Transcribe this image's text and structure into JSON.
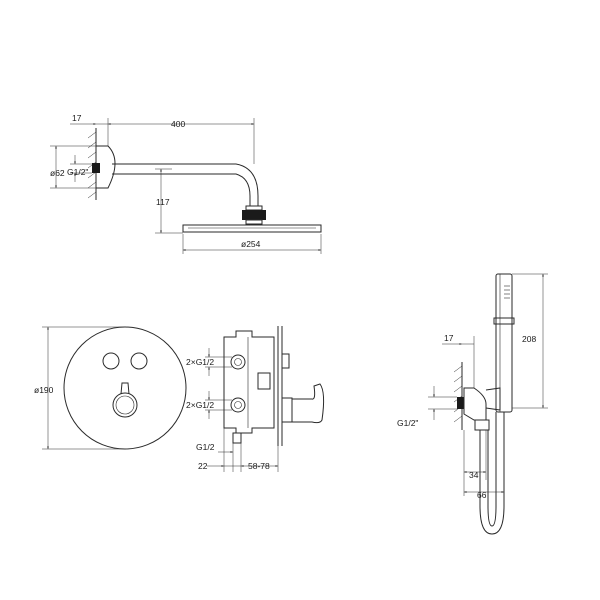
{
  "shower_arm": {
    "flange_offset": "17",
    "arm_length": "400",
    "flange_diameter": "ø62",
    "thread": "G1/2\"",
    "drop_height": "117",
    "head_diameter": "ø254"
  },
  "control_plate": {
    "plate_diameter": "ø190"
  },
  "mixer_body": {
    "outlet_top": "2×G1/2",
    "outlet_bottom": "2×G1/2",
    "inlet": "G1/2",
    "wall_depth": "22",
    "install_depth": "58-78"
  },
  "hand_shower": {
    "flange_offset": "17",
    "thread": "G1/2\"",
    "height": "208",
    "holder_depth": "34",
    "outlet_depth": "66"
  }
}
